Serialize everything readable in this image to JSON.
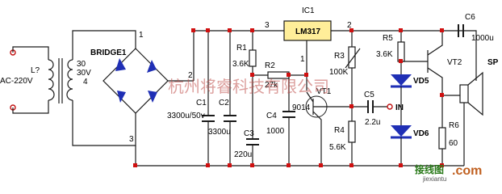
{
  "labels": {
    "ac": "AC-220V",
    "transformer": "L?",
    "transformer_ratio": "30",
    "transformer_sec": "30V",
    "pin4": "4",
    "bridge": "BRIDGE1",
    "bridge_pin1": "1",
    "bridge_pin2": "2",
    "bridge_pin3": "3",
    "c1": "C1",
    "c1_val": "3300u/50v",
    "c2": "C2",
    "c2_val": "3300u",
    "r1": "R1",
    "r1_val": "3.6K",
    "r2": "R2",
    "r2_val": "27k",
    "c3": "C3",
    "c3_val": "220u",
    "c4": "C4",
    "c4_val": "1000",
    "ic": "IC1",
    "ic_part": "LM317",
    "ic_pin3": "3",
    "ic_pin1": "1",
    "ic_pin2": "2",
    "vt1": "VT1",
    "vt1_part": "9014",
    "r3": "R3",
    "r3_val": "100K",
    "r4": "R4",
    "r4_val": "5.6K",
    "c5": "C5",
    "c5_val": "2.2u",
    "in": "IN",
    "r5": "R5",
    "r5_val": "3.6K",
    "vd5": "VD5",
    "vd6": "VD6",
    "vt2": "VT2",
    "r6": "R6",
    "r6_val": "60",
    "c6": "C6",
    "c6_val": "1000u",
    "sp": "SP"
  },
  "watermark": "杭州将睿科技有限公司",
  "logo_text": "接线图",
  "logo_url": "jiexiantu",
  "logo_com": ".com",
  "colors": {
    "wire": "#1a1a1a",
    "junction": "#d01010",
    "diode": "#1f2fb5",
    "watermark": "#c0504d"
  }
}
